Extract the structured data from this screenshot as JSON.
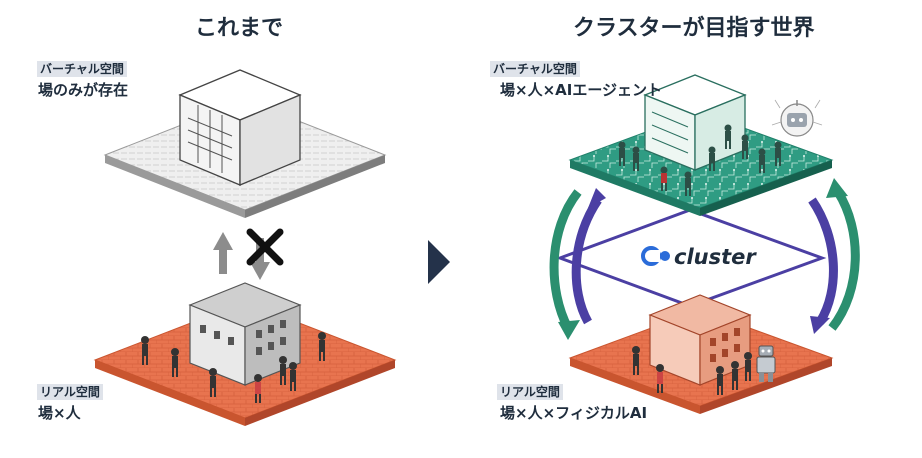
{
  "left": {
    "title": "これまで",
    "virtual_tag": "バーチャル空間",
    "virtual_caption": "場のみが存在",
    "real_tag": "リアル空間",
    "real_caption": "場×人"
  },
  "right": {
    "title": "クラスターが目指す世界",
    "virtual_tag": "バーチャル空間",
    "virtual_caption": "場×人×AIエージェント",
    "real_tag": "リアル空間",
    "real_caption": "場×人×フィジカルAI",
    "brand": "cluster"
  },
  "colors": {
    "real_floor": "#e8744f",
    "virtual_floor_right": "#2f9c83",
    "virtual_floor_left": "#d9d9d9",
    "arrow_green": "#2b8f6f",
    "arrow_purple": "#4b3fa3",
    "navy": "#24324a"
  }
}
